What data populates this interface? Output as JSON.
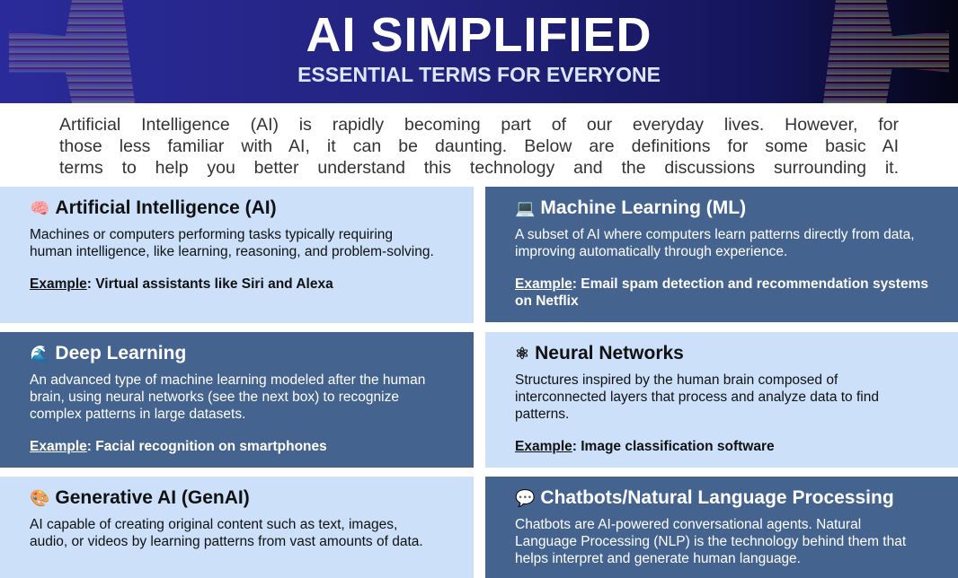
{
  "header": {
    "title": "AI SIMPLIFIED",
    "subtitle": "ESSENTIAL TERMS FOR EVERYONE"
  },
  "intro": [
    "Artificial Intelligence (AI) is rapidly becoming part of our everyday lives. However, for",
    "those less familiar with AI, it can be daunting. Below are definitions for some basic AI",
    "terms to help you better understand this technology and the discussions surrounding it."
  ],
  "example_label": "Example",
  "terms": [
    {
      "icon": "🧠",
      "title": "Artificial Intelligence (AI)",
      "definition": "Machines or computers performing tasks typically requiring human intelligence, like learning, reasoning, and problem-solving.",
      "example": ": Virtual assistants like Siri and Alexa"
    },
    {
      "icon": "💻",
      "title": "Machine Learning (ML)",
      "definition": "A subset of AI where computers learn patterns directly from data, improving automatically through experience.",
      "example": ": Email spam detection and recommendation systems on Netflix"
    },
    {
      "icon": "🌊",
      "title": "Deep Learning",
      "definition": "An advanced type of machine learning modeled after the human brain, using neural networks (see the next box) to recognize complex patterns in large datasets.",
      "example": ": Facial recognition on smartphones"
    },
    {
      "icon": "⚛",
      "title": "Neural Networks",
      "definition": "Structures inspired by the human brain composed of interconnected layers that process and analyze data to find patterns.",
      "example": ": Image classification software"
    },
    {
      "icon": "🎨",
      "title": "Generative AI (GenAI)",
      "definition": "AI capable of creating original content such as text, images, audio, or videos by learning patterns from vast amounts of data."
    },
    {
      "icon": "💬",
      "title": "Chatbots/Natural Language Processing",
      "definition": "Chatbots are AI-powered conversational agents. Natural Language Processing (NLP) is the technology behind them that helps interpret and generate human language."
    }
  ],
  "colors": {
    "light_box": "#cce0fa",
    "dark_box": "#44638f",
    "banner": "#23237f"
  }
}
